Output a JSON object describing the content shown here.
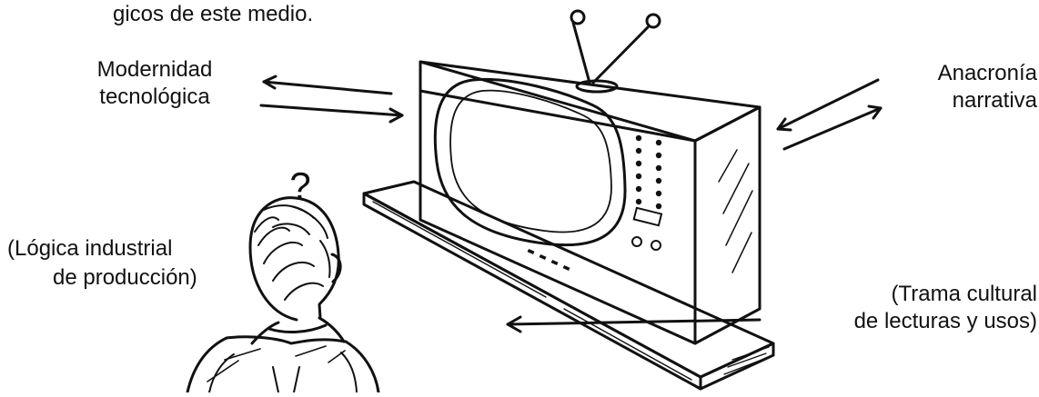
{
  "header": {
    "line": "gicos de este medio."
  },
  "labels": {
    "modernidad": {
      "line1": "Modernidad",
      "line2": "tecnológica"
    },
    "anacronia": {
      "line1": "Anacronía",
      "line2": "narrativa"
    },
    "logica": {
      "line1": "(Lógica industrial",
      "line2": "de producción)"
    },
    "trama": {
      "line1": "(Trama cultural",
      "line2": "de lecturas y usos)"
    },
    "question_mark": "?"
  },
  "colors": {
    "ink": "#111111",
    "paper": "#ffffff"
  }
}
